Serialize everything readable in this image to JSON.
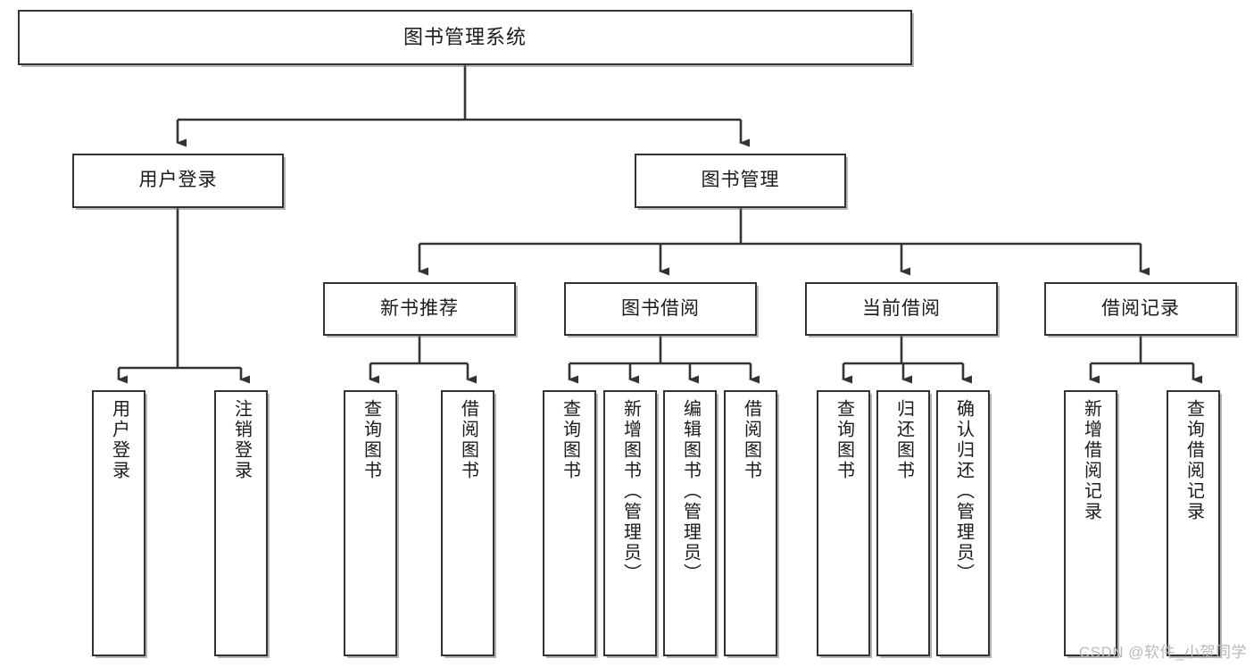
{
  "diagram": {
    "type": "tree",
    "title": "图书管理系统",
    "watermark": "CSDN @软件_小贺同学",
    "nodes": {
      "root": {
        "label": "图书管理系统"
      },
      "level1": [
        {
          "id": "user-login",
          "label": "用户登录"
        },
        {
          "id": "book-manage",
          "label": "图书管理"
        }
      ],
      "level2": [
        {
          "id": "new-book-recommend",
          "label": "新书推荐"
        },
        {
          "id": "book-borrow",
          "label": "图书借阅"
        },
        {
          "id": "current-borrow",
          "label": "当前借阅"
        },
        {
          "id": "borrow-record",
          "label": "借阅记录"
        }
      ],
      "leaves": {
        "user-login": [
          {
            "id": "leaf-user-login",
            "label": "用户登录"
          },
          {
            "id": "leaf-logout-login",
            "label": "注销登录"
          }
        ],
        "new-book-recommend": [
          {
            "id": "leaf-query-book-1",
            "label": "查询图书"
          },
          {
            "id": "leaf-borrow-book-1",
            "label": "借阅图书"
          }
        ],
        "book-borrow": [
          {
            "id": "leaf-query-book-2",
            "label": "查询图书"
          },
          {
            "id": "leaf-add-book",
            "label": "新增图书（管理员）"
          },
          {
            "id": "leaf-edit-book",
            "label": "编辑图书（管理员）"
          },
          {
            "id": "leaf-borrow-book-2",
            "label": "借阅图书"
          }
        ],
        "current-borrow": [
          {
            "id": "leaf-query-book-3",
            "label": "查询图书"
          },
          {
            "id": "leaf-return-book",
            "label": "归还图书"
          },
          {
            "id": "leaf-confirm-return",
            "label": "确认归还（管理员）"
          }
        ],
        "borrow-record": [
          {
            "id": "leaf-add-record",
            "label": "新增借阅记录"
          },
          {
            "id": "leaf-query-record",
            "label": "查询借阅记录"
          }
        ]
      }
    },
    "colors": {
      "border": "#333333",
      "text": "#1b1b1b",
      "background": "#ffffff",
      "connector": "#333333",
      "watermark": "#b9b9b9"
    }
  }
}
